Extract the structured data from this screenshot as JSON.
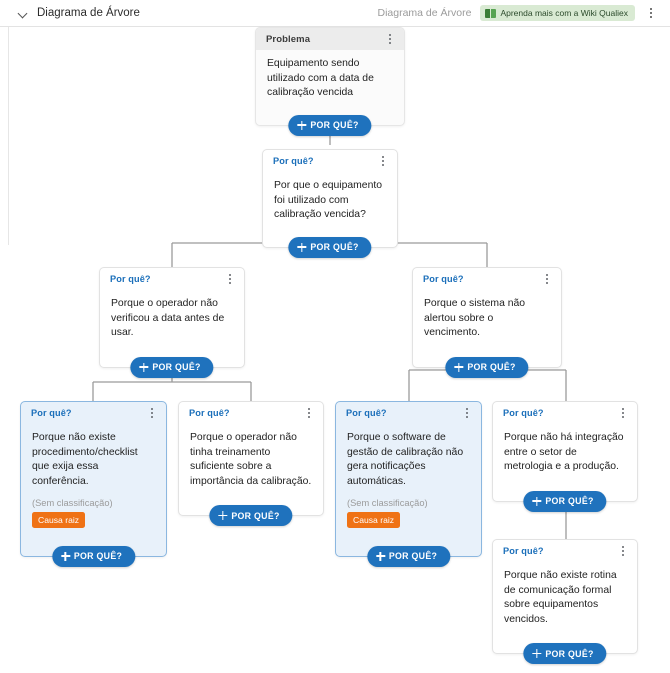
{
  "header": {
    "chevron_icon": "chevron-down-icon",
    "title": "Diagrama de Árvore",
    "subtitle": "Diagrama de Árvore",
    "wiki_badge": {
      "label": "Aprenda mais com a Wiki Qualiex",
      "icon": "book-icon",
      "bg": "#d9ead3"
    },
    "menu_icon": "kebab-menu-icon"
  },
  "labels": {
    "why_button": "POR QUÊ?",
    "why_header": "Por quê?",
    "problem_header": "Problema",
    "classification_none": "(Sem classificação)",
    "root_cause_badge": "Causa raiz"
  },
  "colors": {
    "accent_blue": "#1f72bd",
    "header_blue_text": "#1b6fba",
    "root_cause_orange": "#ef7215",
    "highlight_bg": "#e8f1fa",
    "highlight_border": "#8bb7e0",
    "wire": "#9a9a9a",
    "badge_green_bg": "#d9ead3"
  },
  "nodes": [
    {
      "id": "problema",
      "kind": "problem",
      "header": "Problema",
      "text": "Equipamento sendo utilizado com a data de calibração vencida",
      "button": "POR QUÊ?"
    },
    {
      "id": "why-1",
      "kind": "why",
      "header": "Por quê?",
      "text": "Por que o equipamento foi utilizado com calibração vencida?",
      "button": "POR QUÊ?"
    },
    {
      "id": "why-2a",
      "kind": "why",
      "header": "Por quê?",
      "text": "Porque o operador não verificou a data antes de usar.",
      "button": "POR QUÊ?"
    },
    {
      "id": "why-2b",
      "kind": "why",
      "header": "Por quê?",
      "text": "Porque o sistema não alertou sobre o vencimento.",
      "button": "POR QUÊ?"
    },
    {
      "id": "why-3a",
      "kind": "why-root-cause",
      "header": "Por quê?",
      "text": "Porque não existe procedimento/checklist que exija essa conferência.",
      "classification": "(Sem classificação)",
      "badge": "Causa raiz",
      "button": "POR QUÊ?"
    },
    {
      "id": "why-3b",
      "kind": "why",
      "header": "Por quê?",
      "text": "Porque o operador não tinha treinamento suficiente sobre a importância da calibração.",
      "button": "POR QUÊ?"
    },
    {
      "id": "why-3c",
      "kind": "why-root-cause",
      "header": "Por quê?",
      "text": "Porque o software de gestão de calibração não gera notificações automáticas.",
      "classification": "(Sem classificação)",
      "badge": "Causa raiz",
      "button": "POR QUÊ?"
    },
    {
      "id": "why-3d",
      "kind": "why",
      "header": "Por quê?",
      "text": "Porque não há integração entre o setor de metrologia e a produção.",
      "button": "POR QUÊ?"
    },
    {
      "id": "why-4a",
      "kind": "why",
      "header": "Por quê?",
      "text": "Porque não existe rotina de comunicação formal sobre equipamentos vencidos.",
      "button": "POR QUÊ?"
    }
  ]
}
